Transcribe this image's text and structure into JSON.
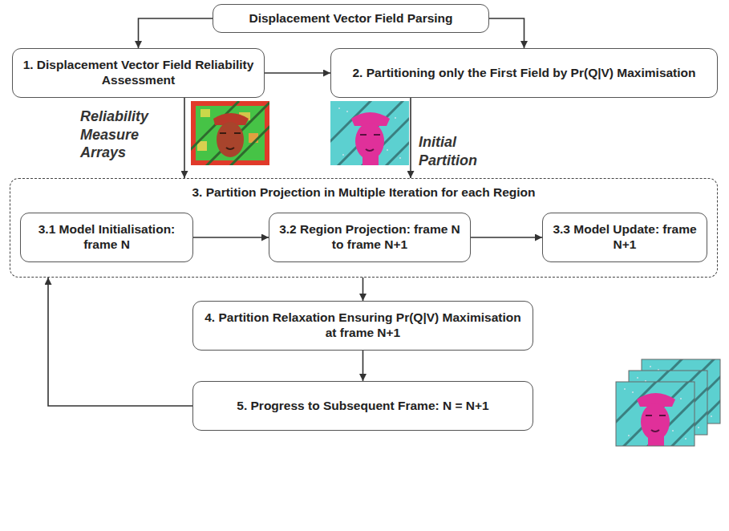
{
  "diagram": {
    "nodes": [
      {
        "text": [
          "Displacement Vector Field Parsing"
        ]
      },
      {
        "text": [
          "1. Displacement Vector Field Reliability Assessment"
        ]
      },
      {
        "text": [
          "2. Partitioning only the First Field by Pr(Q|V) Maximisation"
        ]
      },
      {
        "text": [
          "3. Partition Projection in Multiple Iteration for each Region"
        ]
      },
      {
        "text": [
          "3.1 Model Initialisation: frame N"
        ],
        "in": 3
      },
      {
        "text": [
          "3.2 Region Projection: frame N to frame N+1"
        ],
        "in": 3
      },
      {
        "text": [
          "3.3 Model Update: frame N+1"
        ],
        "in": 3
      },
      {
        "text": [
          "4. Partition Relaxation Ensuring Pr(Q|V) Maximisation at frame N+1"
        ]
      },
      {
        "text": [
          "5. Progress to Subsequent Frame: N = N+1"
        ]
      }
    ],
    "edges": [
      {
        "from": 0,
        "to": 1,
        "arrow": "to"
      },
      {
        "from": 0,
        "to": 2,
        "arrow": "to"
      },
      {
        "from": 1,
        "to": 2,
        "arrow": "to"
      },
      {
        "from": 1,
        "to": 3,
        "label": "Reliability Measure Arrays",
        "arrow": "to"
      },
      {
        "from": 2,
        "to": 3,
        "label": "Initial Partition",
        "arrow": "to"
      },
      {
        "from": 4,
        "to": 5,
        "arrow": "to"
      },
      {
        "from": 5,
        "to": 6,
        "arrow": "to"
      },
      {
        "from": 3,
        "to": 7,
        "arrow": "to"
      },
      {
        "from": 7,
        "to": 8,
        "arrow": "to"
      },
      {
        "from": 8,
        "to": 3,
        "arrow": "to"
      }
    ]
  }
}
